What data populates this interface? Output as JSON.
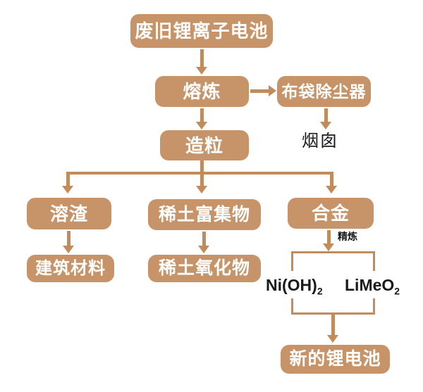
{
  "flowchart": {
    "description": "Recycling process flow of waste lithium-ion batteries",
    "colors": {
      "box_fill": "#C79469",
      "connector": "#C28B5C",
      "box_text": "#FFFFFF",
      "plain_text": "#1A1A1A",
      "background": "#FFFFFF"
    },
    "nodes": {
      "waste_battery": "废旧锂离子电池",
      "smelting": "熔炼",
      "bag_dust_collector": "布袋除尘器",
      "chimney": "烟囱",
      "granulation": "造粒",
      "slag": "溶渣",
      "rare_earth_concentrate": "稀土富集物",
      "alloy": "合金",
      "building_materials": "建筑材料",
      "rare_earth_oxide": "稀土氧化物",
      "new_battery": "新的锂电池",
      "refining": "精炼"
    },
    "formulas": [
      {
        "base": "Ni(OH)",
        "subscript": "2"
      },
      {
        "base": "LiMeO",
        "subscript": "2"
      }
    ],
    "edges": [
      {
        "from": "废旧锂离子电池",
        "to": "熔炼"
      },
      {
        "from": "熔炼",
        "to": "布袋除尘器"
      },
      {
        "from": "布袋除尘器",
        "to": "烟囱"
      },
      {
        "from": "熔炼",
        "to": "造粒"
      },
      {
        "from": "造粒",
        "to": "溶渣"
      },
      {
        "from": "造粒",
        "to": "稀土富集物"
      },
      {
        "from": "造粒",
        "to": "合金"
      },
      {
        "from": "溶渣",
        "to": "建筑材料"
      },
      {
        "from": "稀土富集物",
        "to": "稀土氧化物"
      },
      {
        "from": "合金",
        "to": "Ni(OH)2 / LiMeO2",
        "label": "精炼"
      },
      {
        "from": "Ni(OH)2 / LiMeO2",
        "to": "新的锂电池"
      }
    ]
  }
}
